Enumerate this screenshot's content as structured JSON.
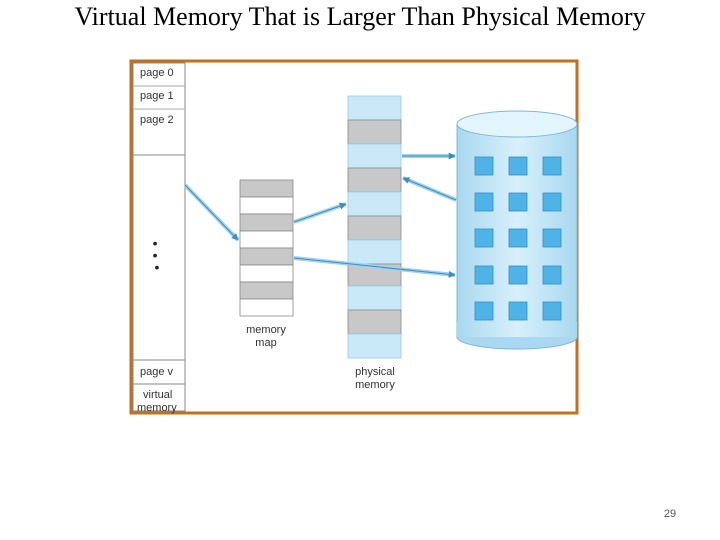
{
  "slide": {
    "title": "Virtual Memory That is Larger Than Physical Memory",
    "page_number": "29"
  },
  "diagram": {
    "virtual_memory": {
      "pages": [
        "page 0",
        "page 1",
        "page 2"
      ],
      "last_page": "page v",
      "ellipsis": "•\n•\n•",
      "label_line1": "virtual",
      "label_line2": "memory"
    },
    "memory_map": {
      "label_line1": "memory",
      "label_line2": "map"
    },
    "physical_memory": {
      "label_line1": "physical",
      "label_line2": "memory"
    },
    "colors": {
      "frame_border": "#c07020",
      "light_blue": "#c9e9f8",
      "gray_block": "#c8c8c8",
      "disk_blue": "#bfe3f5",
      "disk_cell": "#4fb3e8",
      "arrow": "#5fb0dc"
    }
  }
}
